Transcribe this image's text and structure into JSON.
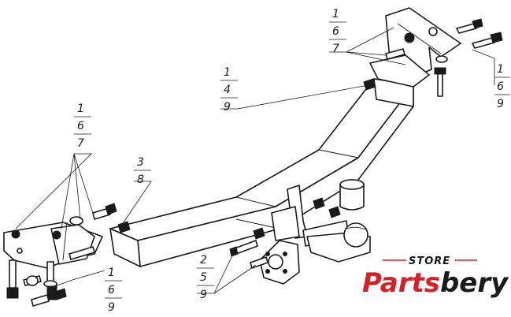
{
  "callouts": [
    {
      "id": "top-right-upper",
      "labels": [
        "1",
        "6",
        "7"
      ]
    },
    {
      "id": "top-right-side",
      "labels": [
        "1",
        "6",
        "9"
      ]
    },
    {
      "id": "center-top",
      "labels": [
        "1",
        "4",
        "9"
      ]
    },
    {
      "id": "left-bracket",
      "labels": [
        "1",
        "6",
        "7"
      ]
    },
    {
      "id": "left-mid",
      "labels": [
        "3",
        "8"
      ]
    },
    {
      "id": "bottom-left",
      "labels": [
        "1",
        "6",
        "9"
      ]
    },
    {
      "id": "bottom-center",
      "labels": [
        "2",
        "5",
        "9"
      ]
    }
  ],
  "logo": {
    "store": "STORE",
    "brand_part1": "Parts",
    "brand_part2": "bery",
    "colors": {
      "accent": "#d61f26",
      "dark": "#1a1a1a"
    }
  }
}
